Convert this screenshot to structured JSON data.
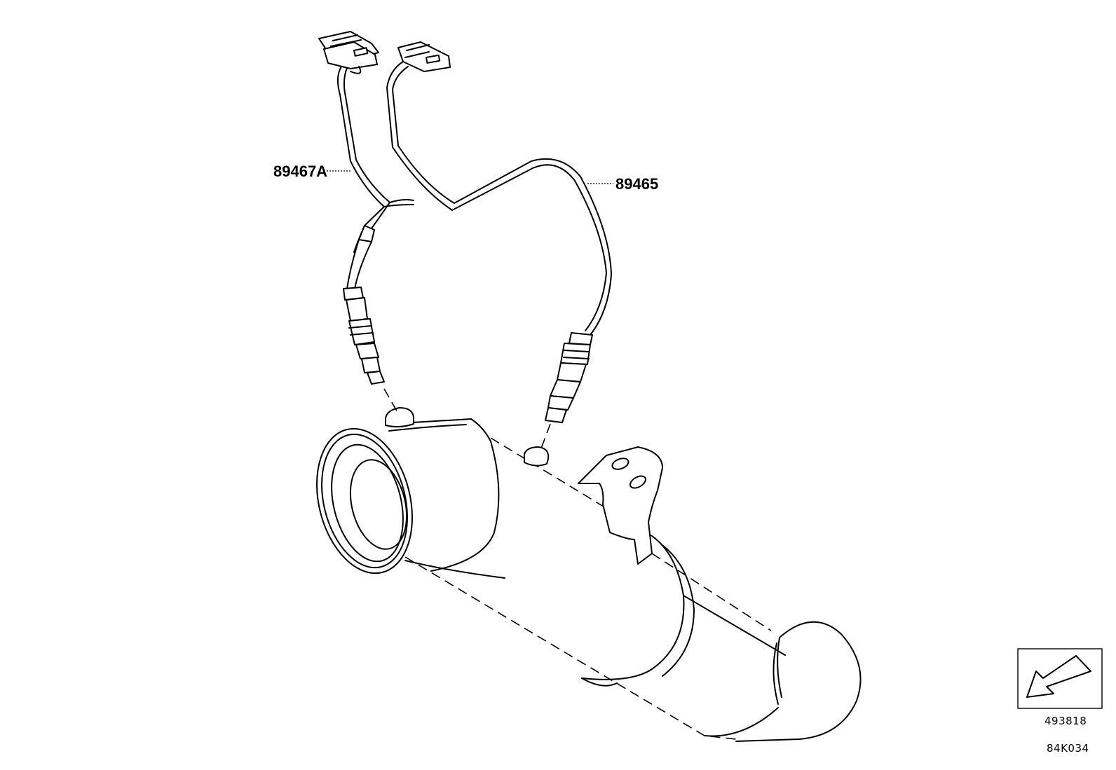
{
  "diagram": {
    "callouts": {
      "rear_sensor_part": "89467A",
      "front_sensor_part": "89465"
    },
    "view_indicator": {
      "icon": "direction-arrow-icon",
      "code": "493818"
    },
    "illustration_code": "84K034"
  }
}
